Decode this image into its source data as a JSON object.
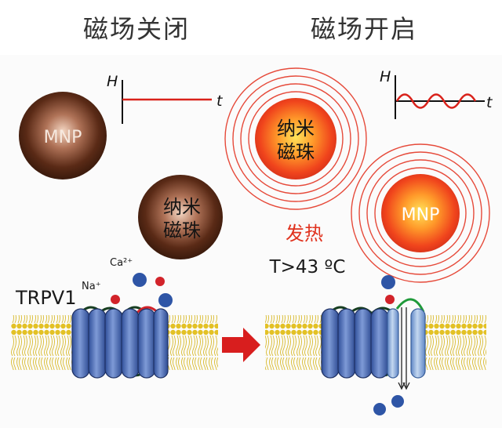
{
  "titles": {
    "off": "磁场关闭",
    "on": "磁场开启"
  },
  "graph_off": {
    "y_label": "H",
    "x_label": "t"
  },
  "graph_on": {
    "y_label": "H",
    "x_label": "t"
  },
  "particles": {
    "mnp_label": "MNP",
    "nano_line1": "纳米",
    "nano_line2": "磁珠"
  },
  "heat": {
    "label": "发热",
    "temperature": "T>43 ºC"
  },
  "channel": {
    "name": "TRPV1",
    "ion_na": "Na⁺",
    "ion_ca": "Ca²⁺"
  },
  "colors": {
    "field_line": "#d9221b",
    "cold_particle_core": "#a0664a",
    "hot_particle_core": "#ffd23a",
    "membrane_head": "#e3c125",
    "channel_blue": "#4a6fb8",
    "arrow_red": "#d81e1e",
    "ion_blue": "#2e55a6",
    "ion_red": "#d2232a"
  }
}
